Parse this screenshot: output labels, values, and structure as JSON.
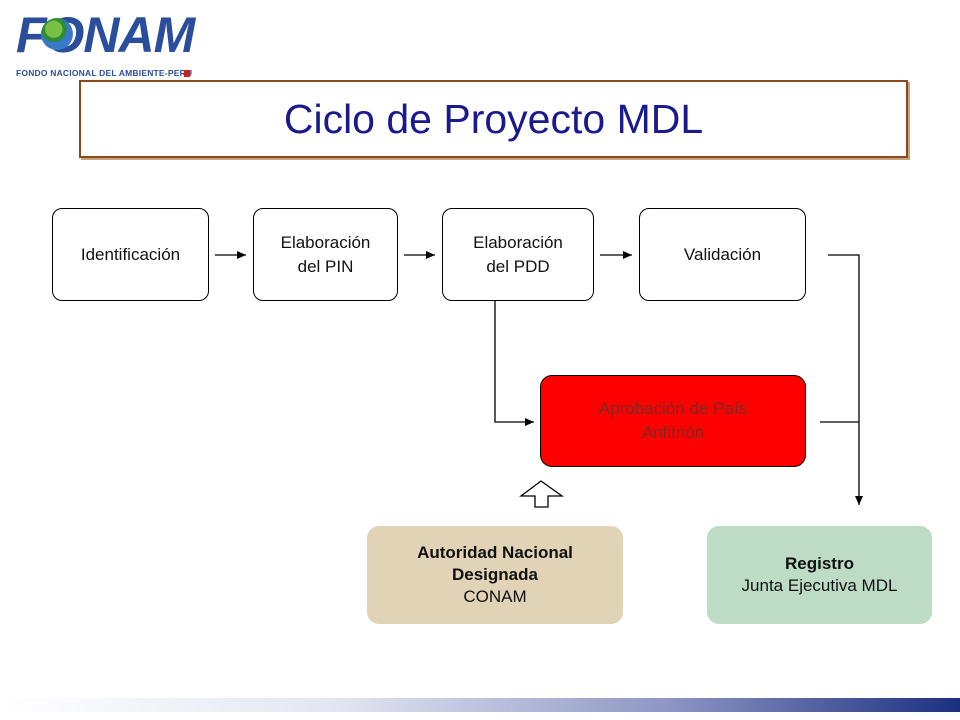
{
  "logo": {
    "wordmark": "FONAM",
    "subtitle": "FONDO NACIONAL DEL AMBIENTE-PERU"
  },
  "title": "Ciclo de Proyecto MDL",
  "steps": {
    "identificacion": "Identificación",
    "pin_line1": "Elaboración",
    "pin_line2": "del PIN",
    "pdd_line1": "Elaboración",
    "pdd_line2": "del PDD",
    "validacion": "Validación",
    "aprobacion_line1": "Aprobación de País",
    "aprobacion_line2": "Anfitrión"
  },
  "authority": {
    "line1": "Autoridad Nacional",
    "line2": "Designada",
    "line3": "CONAM"
  },
  "registry": {
    "line1": "Registro",
    "line2": "Junta Ejecutiva MDL"
  },
  "colors": {
    "title": "#1a1a8c",
    "approval": "#ff0000",
    "authority": "#e0d3b6",
    "registry": "#bcdcc6",
    "frame": "#8b4a1c"
  }
}
